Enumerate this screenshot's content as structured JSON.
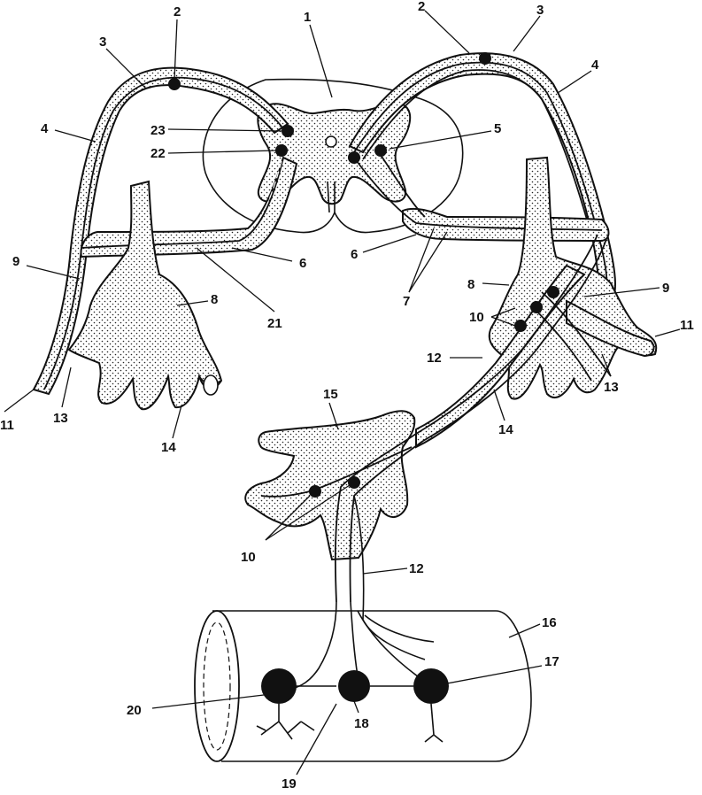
{
  "labels": {
    "l1_top": "1",
    "l2_left": "2",
    "l2_right": "2",
    "l3_left": "3",
    "l3_right": "3",
    "l4_left": "4",
    "l4_right": "4",
    "l5": "5",
    "l6_left": "6",
    "l6_right": "6",
    "l7": "7",
    "l8_left": "8",
    "l8_right": "8",
    "l9_left": "9",
    "l9_right": "9",
    "l10_right": "10",
    "l10_lower": "10",
    "l11_left": "11",
    "l11_right": "11",
    "l12_upper": "12",
    "l12_lower": "12",
    "l13_left": "13",
    "l13_right": "13",
    "l14_left": "14",
    "l14_right": "14",
    "l15": "15",
    "l16": "16",
    "l17": "17",
    "l18": "18",
    "l19": "19",
    "l20": "20",
    "l21": "21",
    "l22": "22",
    "l23": "23"
  }
}
